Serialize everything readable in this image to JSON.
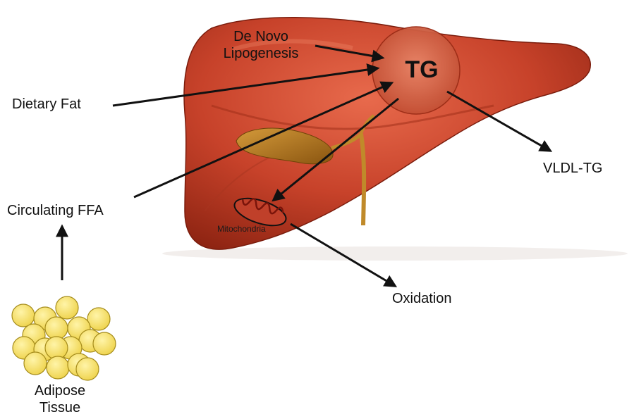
{
  "diagram": {
    "labels": {
      "de_novo": "De Novo\nLipogenesis",
      "tg": "TG",
      "dietary_fat": "Dietary Fat",
      "circulating_ffa": "Circulating FFA",
      "vldl_tg": "VLDL-TG",
      "oxidation": "Oxidation",
      "mitochondria": "Mitochondria",
      "adipose": "Adipose\nTissue"
    },
    "colors": {
      "liver": "#c7422a",
      "liver_dark": "#8e2412",
      "liver_highlight": "#e06a4a",
      "gallbladder": "#b37a1e",
      "adipocyte": "#f3dc5a",
      "adipocyte_edge": "#a58c1c",
      "arrow": "#111111"
    },
    "icons": [
      "liver-illustration",
      "gallbladder-illustration",
      "mitochondrion-icon",
      "adipocyte-cluster-icon"
    ]
  }
}
